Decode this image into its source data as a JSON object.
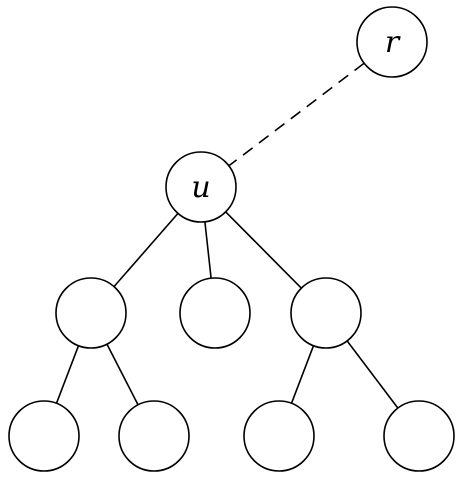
{
  "diagram": {
    "type": "tree",
    "nodes": [
      {
        "id": "r",
        "label": "r"
      },
      {
        "id": "u",
        "label": "u"
      },
      {
        "id": "c1",
        "label": ""
      },
      {
        "id": "c2",
        "label": ""
      },
      {
        "id": "c3",
        "label": ""
      },
      {
        "id": "g1",
        "label": ""
      },
      {
        "id": "g2",
        "label": ""
      },
      {
        "id": "g3",
        "label": ""
      },
      {
        "id": "g4",
        "label": ""
      }
    ],
    "edges": [
      {
        "from": "r",
        "to": "u",
        "style": "dashed"
      },
      {
        "from": "u",
        "to": "c1",
        "style": "solid"
      },
      {
        "from": "u",
        "to": "c2",
        "style": "solid"
      },
      {
        "from": "u",
        "to": "c3",
        "style": "solid"
      },
      {
        "from": "c1",
        "to": "g1",
        "style": "solid"
      },
      {
        "from": "c1",
        "to": "g2",
        "style": "solid"
      },
      {
        "from": "c3",
        "to": "g3",
        "style": "solid"
      },
      {
        "from": "c3",
        "to": "g4",
        "style": "solid"
      }
    ]
  }
}
